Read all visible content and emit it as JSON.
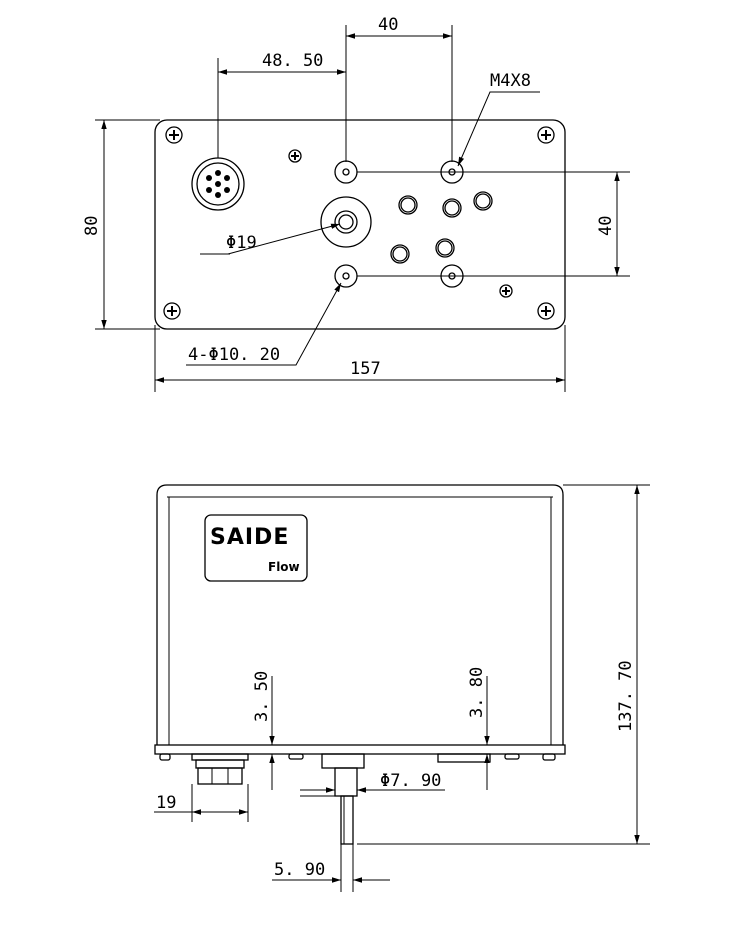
{
  "top_view": {
    "dims": {
      "spacing_40_horizontal": "40",
      "offset_48_50": "48. 50",
      "thread": "M4X8",
      "height_80": "80",
      "spacing_40_vertical": "40",
      "bore_diameter": "Φ19",
      "hole_pattern": "4-Φ10. 20",
      "width_157": "157"
    }
  },
  "front_view": {
    "logo": {
      "brand": "SAIDE",
      "subtitle": "Flow"
    },
    "dims": {
      "height_137_70": "137. 70",
      "left_gap_3_50": "3. 50",
      "right_gap_3_80": "3. 80",
      "tube_diameter": "Φ7. 90",
      "connector_19": "19",
      "tube_5_90": "5. 90"
    }
  }
}
